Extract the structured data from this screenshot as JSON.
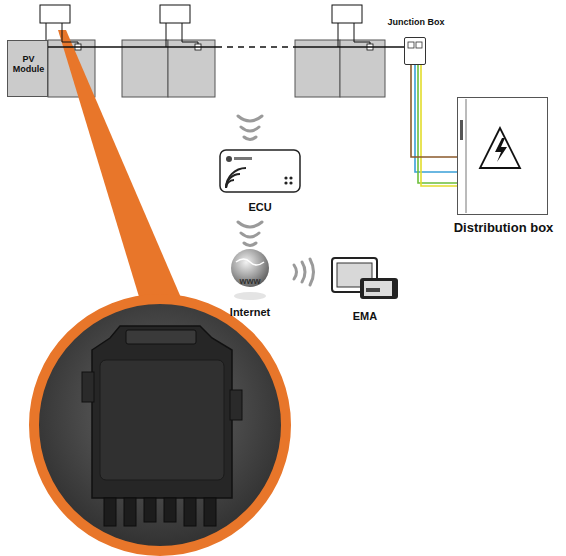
{
  "diagram": {
    "nodes": [
      {
        "text": [
          "PV Module"
        ]
      },
      {
        "text": [
          "Junction Box"
        ]
      },
      {
        "text": [
          "Distribution box"
        ]
      },
      {
        "text": [
          "ECU"
        ]
      },
      {
        "text": [
          "Internet"
        ]
      },
      {
        "text": [
          "EMA"
        ]
      }
    ],
    "edges": [
      {
        "from": 0,
        "to": 1,
        "arrow": "none"
      },
      {
        "from": 1,
        "to": 2,
        "arrow": "none"
      }
    ],
    "labels": [
      "www"
    ]
  }
}
